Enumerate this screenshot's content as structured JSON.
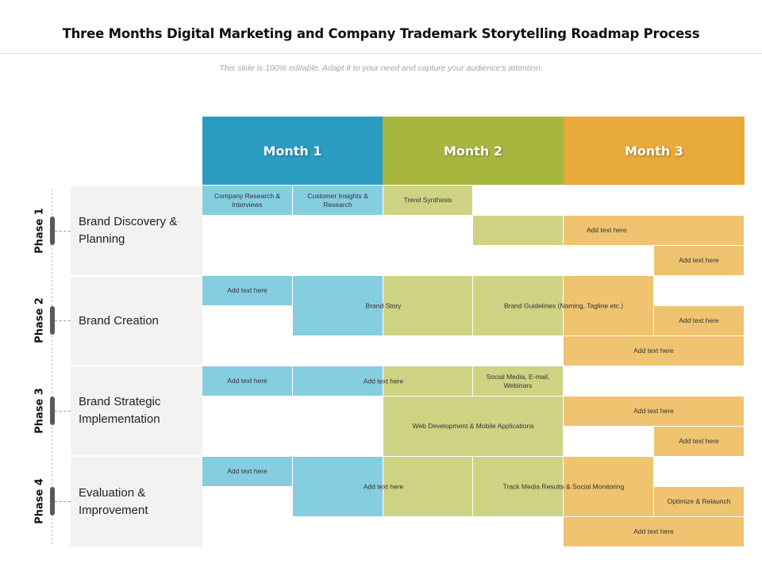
{
  "title": "Three Months Digital Marketing and Company Trademark Storytelling Roadmap Process",
  "subtitle": "This slide is 100% editable. Adapt it to your need and capture your audience's attention.",
  "colors": {
    "month1": "#2a9cc0",
    "month2": "#a7b63f",
    "month3": "#e6a93a",
    "blue": "#85cde0",
    "green": "#ced383",
    "orange": "#efc36f"
  },
  "months": [
    {
      "label": "Month 1"
    },
    {
      "label": "Month 2"
    },
    {
      "label": "Month 3"
    }
  ],
  "phases": [
    {
      "label": "Phase 1",
      "name": "Brand Discovery & Planning"
    },
    {
      "label": "Phase 2",
      "name": "Brand Creation"
    },
    {
      "label": "Phase 3",
      "name": "Brand Strategic Implementation"
    },
    {
      "label": "Phase 4",
      "name": "Evaluation & Improvement"
    }
  ],
  "tasks": {
    "p1": {
      "company_research": "Company Research & Interviews",
      "customer_insights": "Customer Insights & Research",
      "trend_synthesis": "Trend Synthesis",
      "add1": "Add text here",
      "add2": "Add text here"
    },
    "p2": {
      "add1": "Add text here",
      "brand_story": "Brand Story",
      "brand_guidelines": "Brand Guidelines (Naming, Tagline etc.)",
      "add2": "Add text here",
      "add3": "Add text here"
    },
    "p3": {
      "add1": "Add text here",
      "add2": "Add text here",
      "social_media": "Social Media, E-mail, Webinars",
      "web_dev": "Web Development & Mobile Applications",
      "add3": "Add text here",
      "add4": "Add text here"
    },
    "p4": {
      "add1": "Add text here",
      "add2": "Add text here",
      "track_media": "Track Media Results & Social Monitoring",
      "optimize": "Optimize & Relaunch",
      "add3": "Add text here"
    }
  }
}
